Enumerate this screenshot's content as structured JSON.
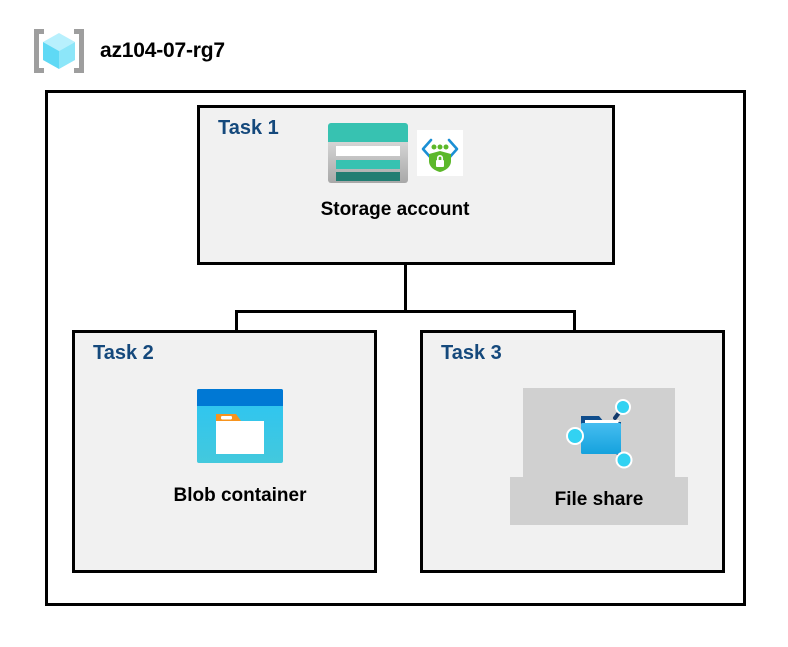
{
  "diagram": {
    "title": "az104-07-rg7",
    "resource_group_icon": "resource-group-cube-icon",
    "colors": {
      "task_label": "#15497C",
      "task_box_fill": "#F1F1F1",
      "border": "#000000",
      "canvas": "#FFFFFF",
      "selection_highlight": "#D0D0D0",
      "storage_teal": "#37C2B1",
      "storage_teal_dark": "#227D72",
      "blob_blue": "#0078D4",
      "blob_cyan": "#32C5F4",
      "blob_orange": "#F7941E",
      "fileshare_blue": "#32B0E7",
      "node_cyan": "#32D2F2",
      "shield_green": "#5CB82A",
      "bracket_blue": "#1B8FD4",
      "rg_cube_cyan": "#9EEAFB"
    }
  },
  "tasks": [
    {
      "id": "task1",
      "label": "Task 1",
      "node": {
        "caption": "Storage account",
        "icon": "storage-account-icon",
        "badge_icon": "private-endpoint-shield-icon",
        "highlighted": false
      }
    },
    {
      "id": "task2",
      "label": "Task 2",
      "node": {
        "caption": "Blob container",
        "icon": "blob-container-icon",
        "badge_icon": null,
        "highlighted": false
      }
    },
    {
      "id": "task3",
      "label": "Task 3",
      "node": {
        "caption": "File share",
        "icon": "file-share-icon",
        "badge_icon": null,
        "highlighted": true
      }
    }
  ],
  "connectors": [
    {
      "from": "task1",
      "to": "task2"
    },
    {
      "from": "task1",
      "to": "task3"
    }
  ]
}
